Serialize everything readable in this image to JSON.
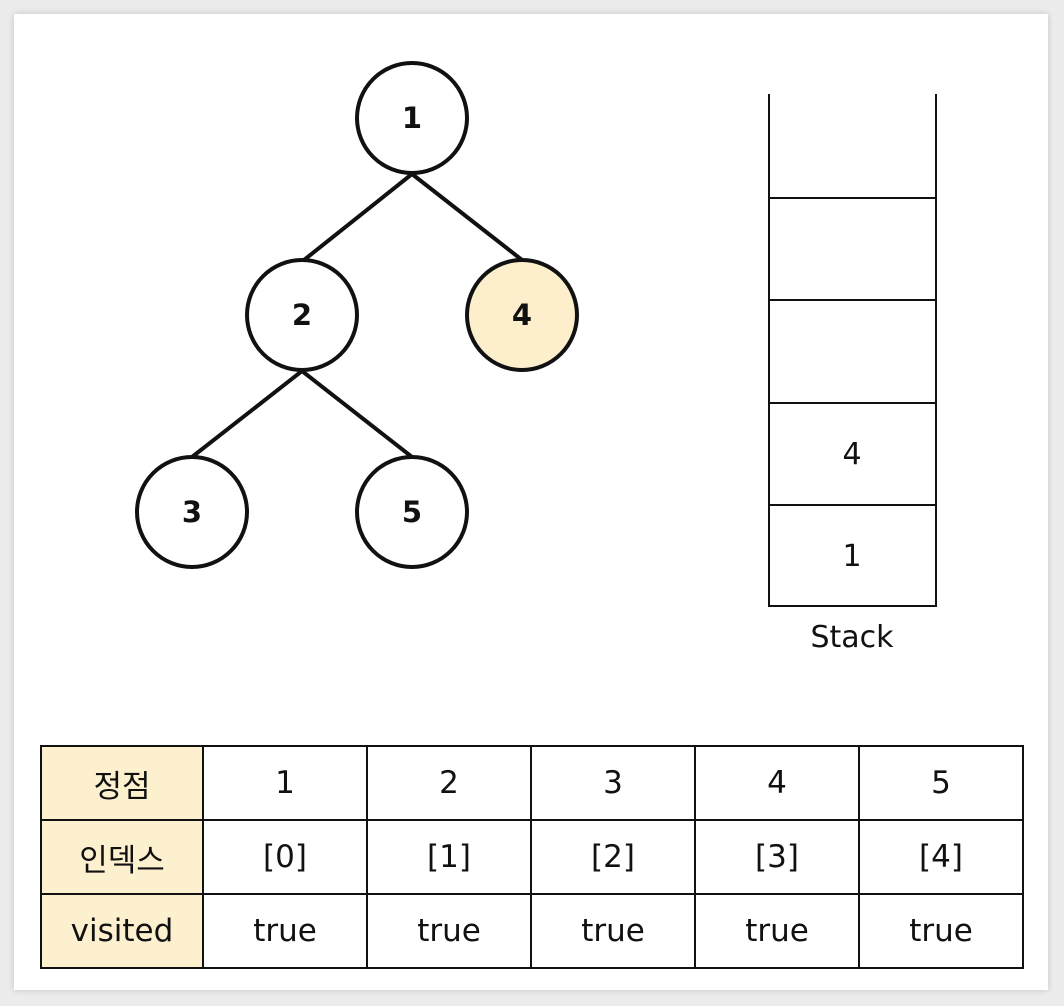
{
  "graph": {
    "nodes": [
      {
        "id": "1",
        "label": "1",
        "highlighted": false
      },
      {
        "id": "2",
        "label": "2",
        "highlighted": false
      },
      {
        "id": "4",
        "label": "4",
        "highlighted": true
      },
      {
        "id": "3",
        "label": "3",
        "highlighted": false
      },
      {
        "id": "5",
        "label": "5",
        "highlighted": false
      }
    ],
    "edges": [
      {
        "from": "1",
        "to": "2"
      },
      {
        "from": "1",
        "to": "4"
      },
      {
        "from": "2",
        "to": "3"
      },
      {
        "from": "2",
        "to": "5"
      }
    ]
  },
  "stack": {
    "caption": "Stack",
    "cells": [
      "",
      "",
      "4",
      "1"
    ]
  },
  "table": {
    "row_headers": [
      "정점",
      "인덱스",
      "visited"
    ],
    "vertices": [
      "1",
      "2",
      "3",
      "4",
      "5"
    ],
    "indices": [
      "[0]",
      "[1]",
      "[2]",
      "[3]",
      "[4]"
    ],
    "visited": [
      "true",
      "true",
      "true",
      "true",
      "true"
    ]
  },
  "colors": {
    "highlight": "#fdefcc",
    "header_bg": "#fdf0cf",
    "stroke": "#111111"
  }
}
